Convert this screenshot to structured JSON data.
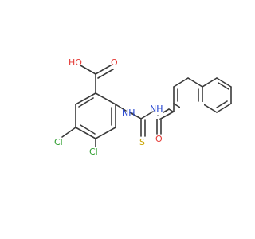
{
  "molecule": {
    "atoms": [
      {
        "id": "hydroxyl",
        "label": "HO",
        "color": "#e53935"
      },
      {
        "id": "carbonyl-oxygen-acid",
        "label": "O",
        "color": "#e53935"
      },
      {
        "id": "nh-1",
        "label": "NH",
        "color": "#1e3fd0"
      },
      {
        "id": "nh-2",
        "label": "NH",
        "color": "#1e3fd0"
      },
      {
        "id": "sulfur",
        "label": "S",
        "color": "#c9a400"
      },
      {
        "id": "carbonyl-oxygen-amide",
        "label": "O",
        "color": "#e53935"
      },
      {
        "id": "chlorine-left",
        "label": "Cl",
        "color": "#2f9e2f"
      },
      {
        "id": "chlorine-right",
        "label": "Cl",
        "color": "#2f9e2f"
      }
    ],
    "bond_color": "#3a3a3a"
  }
}
